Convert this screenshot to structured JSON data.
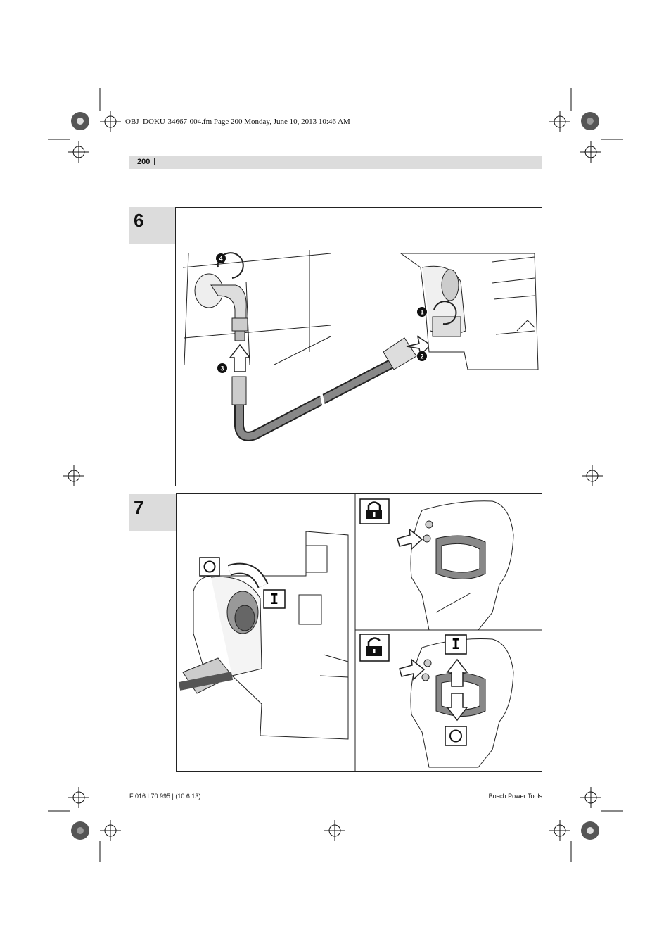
{
  "print_slug": "OBJ_DOKU-34667-004.fm  Page 200  Monday, June 10, 2013  10:46 AM",
  "header": {
    "page_number": "200",
    "separator": "|"
  },
  "figures": [
    {
      "number": "6",
      "callouts": [
        "1",
        "2",
        "3",
        "4"
      ]
    },
    {
      "number": "7",
      "switch_symbols": [
        "O",
        "I"
      ],
      "lock_panels": [
        "locked",
        "unlocked"
      ]
    }
  ],
  "footer": {
    "left": "F 016 L70 995 | (10.6.13)",
    "right": "Bosch Power Tools"
  },
  "colors": {
    "tab_gray": "#dcdcdc",
    "line": "#222222"
  },
  "icons": [
    "registration-mark-icon",
    "lock-closed-icon",
    "lock-open-icon",
    "arrow-icon"
  ]
}
